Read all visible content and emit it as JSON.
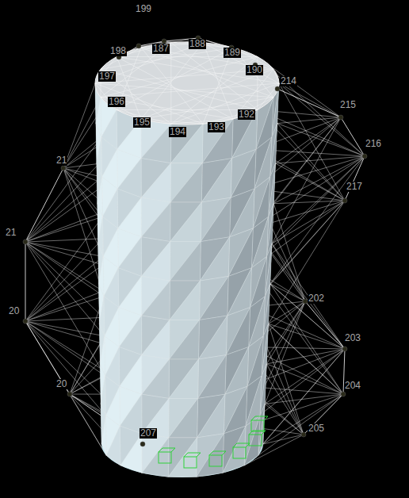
{
  "diagram": {
    "labels": [
      "199",
      "198",
      "187",
      "188",
      "189",
      "190",
      "214",
      "197",
      "196",
      "195",
      "194",
      "193",
      "192",
      "215",
      "216",
      "217",
      "21",
      "21",
      "20",
      "20",
      "202",
      "203",
      "204",
      "205",
      "207"
    ]
  }
}
